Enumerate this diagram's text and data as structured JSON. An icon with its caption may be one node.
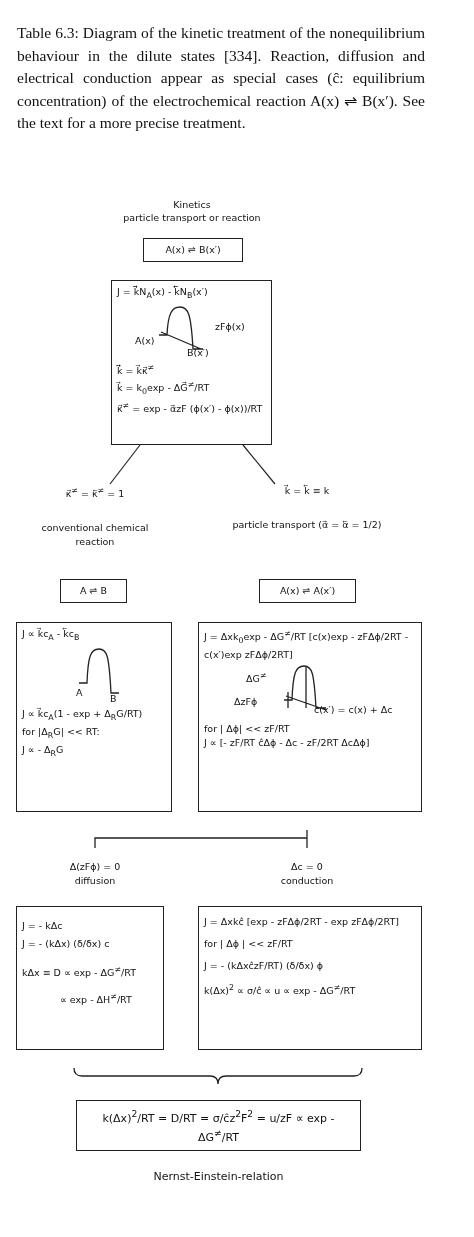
{
  "diagram": {
    "caption": "Table 6.3: Diagram of the kinetic treatment of the nonequilibrium behaviour in the dilute states [334]. Reaction, diffusion and electrical conduction appear as special cases (ĉ: equilibrium concentration) of the electrochemical reaction A(x) ⇌ B(x′). See the text for a more precise treatment.",
    "nodes": [
      {
        "text": [
          "A(x) ⇌ B(x′)"
        ]
      },
      {
        "text": [
          "J = k⃗⃗N$_{A}$(x) - k⃖⃖N$_{B}$(x′)",
          "A(x)",
          "zFϕ(x)",
          "B(x′)",
          "k⃗⃗ = k⃗κ⃗$^{≠}$",
          "k⃗ = k$_{0}$exp - ΔG⃗$^{≠}$/RT",
          "κ⃗$^{≠}$ = exp - α⃗zF (ϕ(x′) - ϕ(x))/RT"
        ]
      },
      {
        "text": [
          "κ⃗$^{≠}$ = κ⃖$^{≠}$ = 1",
          "conventional chemical reaction"
        ]
      },
      {
        "text": [
          "k⃗ = k⃖ ≡ k",
          "particle transport (α⃗ = α⃖ = 1/2)"
        ]
      },
      {
        "text": [
          "A ⇌ B"
        ]
      },
      {
        "text": [
          "A(x) ⇌ A(x′)"
        ]
      },
      {
        "text": [
          "J ∝ k⃗c$_{A}$ - k⃖c$_{B}$",
          "A",
          "B",
          "J ∝ k⃗c$_{A}$(1 - exp + Δ$_{R}$G/RT)",
          "for |Δ$_{R}$G| << RT:",
          "J ∝ - Δ$_{R}$G"
        ]
      },
      {
        "text": [
          "J = Δxk$_{0}$exp - ΔG$^{≠}$/RT [c(x)exp - zFΔϕ/2RT - c(x′)exp zFΔϕ/2RT]",
          "ΔG$^{≠}$",
          "ΔzFϕ",
          "c(x′) = c(x) + Δc",
          "for | Δϕ| << zF/RT",
          "J ∝ [- zF/RT ĉΔϕ - Δc - zF/2RT ΔcΔϕ]"
        ]
      },
      {
        "text": [
          "Δ(zFϕ) = 0",
          "diffusion"
        ]
      },
      {
        "text": [
          "Δc = 0",
          "conduction"
        ]
      },
      {
        "text": [
          "J = - kΔc",
          "J = - (kΔx) (δ/δx) c",
          "kΔx ≡ D ∝ exp - ΔG$^{≠}$/RT",
          "∝ exp - ΔH$^{≠}$/RT"
        ]
      },
      {
        "text": [
          "J = Δxkĉ [exp - zFΔϕ/2RT - exp zFΔϕ/2RT]",
          "for | Δϕ | << zF/RT",
          "J = - (kΔxĉzF/RT) (δ/δx) ϕ",
          "k(Δx)$^{2}$ ∝ σ/ĉ ∝ u ∝ exp - ΔG$^{≠}$/RT"
        ]
      },
      {
        "text": [
          "k(Δx)$^{2}$/RT = D/RT = σ/ĉz$^{2}$F$^{2}$ = u/zF ∝ exp - ΔG$^{≠}$/RT"
        ],
        "beside": [
          "Nernst-Einstein-relation"
        ]
      }
    ],
    "edges": [
      {
        "from": 1,
        "to": 2,
        "arrow": "none"
      },
      {
        "from": 1,
        "to": 3,
        "arrow": "none"
      }
    ],
    "labels": [
      "Kinetics",
      "particle transport or reaction"
    ]
  }
}
